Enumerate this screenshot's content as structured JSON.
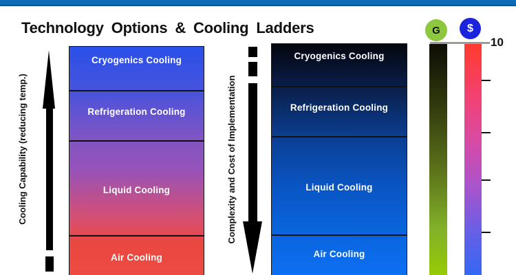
{
  "title": "Technology Options & Cooling Ladders",
  "ladders": {
    "left": {
      "axis_label": "Cooling Capability (reducing temp.)",
      "arrow_direction": "up",
      "segments": [
        {
          "label": "Cryogenics Cooling"
        },
        {
          "label": "Refrigeration Cooling"
        },
        {
          "label": "Liquid Cooling"
        },
        {
          "label": "Air Cooling"
        }
      ]
    },
    "right": {
      "axis_label": "Complexity and Cost of Implementation",
      "arrow_direction": "down",
      "segments": [
        {
          "label": "Cryogenics Cooling"
        },
        {
          "label": "Refrigeration Cooling"
        },
        {
          "label": "Liquid Cooling"
        },
        {
          "label": "Air Cooling"
        }
      ]
    }
  },
  "legend": {
    "g_badge_label": "G",
    "dollar_badge_label": "$",
    "scale_top_label": "10"
  },
  "colors": {
    "top_bar": "#0c6cb8",
    "top_bar_edge": "#09508f",
    "ladder_left_top": "#2a50e9",
    "ladder_left_mid": "#9553bb",
    "ladder_left_bottom": "#ee4b42",
    "ladder_right_top": "#04060e",
    "ladder_right_mid": "#0b3e92",
    "ladder_right_bottom": "#0c70f3",
    "g_badge": "#8dc63f",
    "dollar_badge": "#1c23dc",
    "g_bar_top": "#0d0d05",
    "g_bar_bottom": "#96cb04",
    "cost_bar_top": "#ff3a2c",
    "cost_bar_mid": "#d84ba4",
    "cost_bar_bottom": "#3468f2"
  }
}
